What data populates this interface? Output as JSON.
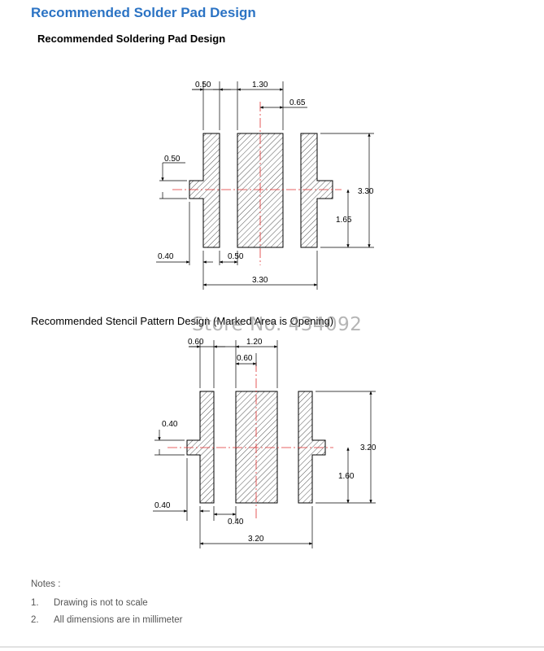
{
  "header": {
    "title": "Recommended Solder Pad Design",
    "subtitle": "Recommended Soldering Pad Design"
  },
  "pad_design": {
    "dims": {
      "top_left": "0.50",
      "top_center": "1.30",
      "top_offset": "0.65",
      "left_tab": "0.50",
      "height_total": "3.30",
      "height_half": "1.65",
      "bottom_left": "0.40",
      "bottom_gap": "0.50",
      "width_total": "3.30"
    }
  },
  "stencil": {
    "title": "Recommended Stencil Pattern Design (Marked Area is Opening)",
    "watermark": "Store No. 434092",
    "dims": {
      "top_left": "0.60",
      "top_center": "1.20",
      "top_offset": "0.60",
      "left_tab": "0.40",
      "height_total": "3.20",
      "height_half": "1.60",
      "bottom_left": "0.40",
      "bottom_gap": "0.40",
      "width_total": "3.20"
    }
  },
  "notes": {
    "heading": "Notes :",
    "items": [
      {
        "num": "1.",
        "text": "Drawing is not to scale"
      },
      {
        "num": "2.",
        "text": "All dimensions are in millimeter"
      }
    ]
  },
  "colors": {
    "title_blue": "#2b73c4",
    "center_line_red": "#e03030",
    "hatch": "#555555"
  }
}
